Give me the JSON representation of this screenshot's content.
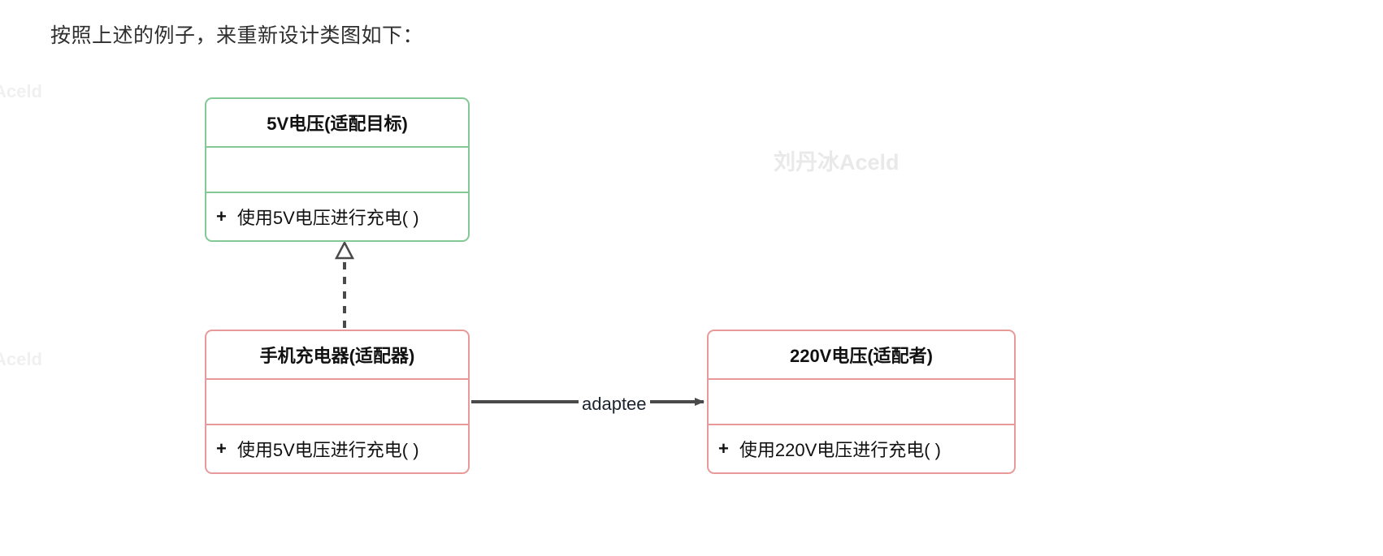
{
  "page": {
    "heading": "按照上述的例子，来重新设计类图如下："
  },
  "watermarks": {
    "center": "刘丹冰Aceld",
    "edge_top": "Aceld",
    "edge_bottom": "Aceld"
  },
  "colors": {
    "target_border": "#82c995",
    "adapter_border": "#e89a9a",
    "adaptee_border": "#e89a9a",
    "connector": "#4a4a4a",
    "text": "#111111",
    "background": "#ffffff"
  },
  "diagram": {
    "type": "uml-class-diagram",
    "classes": [
      {
        "id": "target",
        "name": "5V电压(适配目标)",
        "role": "适配目标",
        "color": "green",
        "attributes": [],
        "methods": [
          {
            "visibility": "+",
            "signature": "使用5V电压进行充电( )"
          }
        ]
      },
      {
        "id": "adapter",
        "name": "手机充电器(适配器)",
        "role": "适配器",
        "color": "pink",
        "attributes": [],
        "methods": [
          {
            "visibility": "+",
            "signature": "使用5V电压进行充电( )"
          }
        ]
      },
      {
        "id": "adaptee",
        "name": "220V电压(适配者)",
        "role": "适配者",
        "color": "pink",
        "attributes": [],
        "methods": [
          {
            "visibility": "+",
            "signature": "使用220V电压进行充电( )"
          }
        ]
      }
    ],
    "relations": [
      {
        "id": "realization",
        "from": "adapter",
        "to": "target",
        "kind": "realization",
        "line": "dashed",
        "arrowhead": "hollow-triangle",
        "label": ""
      },
      {
        "id": "association",
        "from": "adapter",
        "to": "adaptee",
        "kind": "association",
        "line": "solid",
        "arrowhead": "filled-arrow",
        "label": "adaptee"
      }
    ]
  }
}
